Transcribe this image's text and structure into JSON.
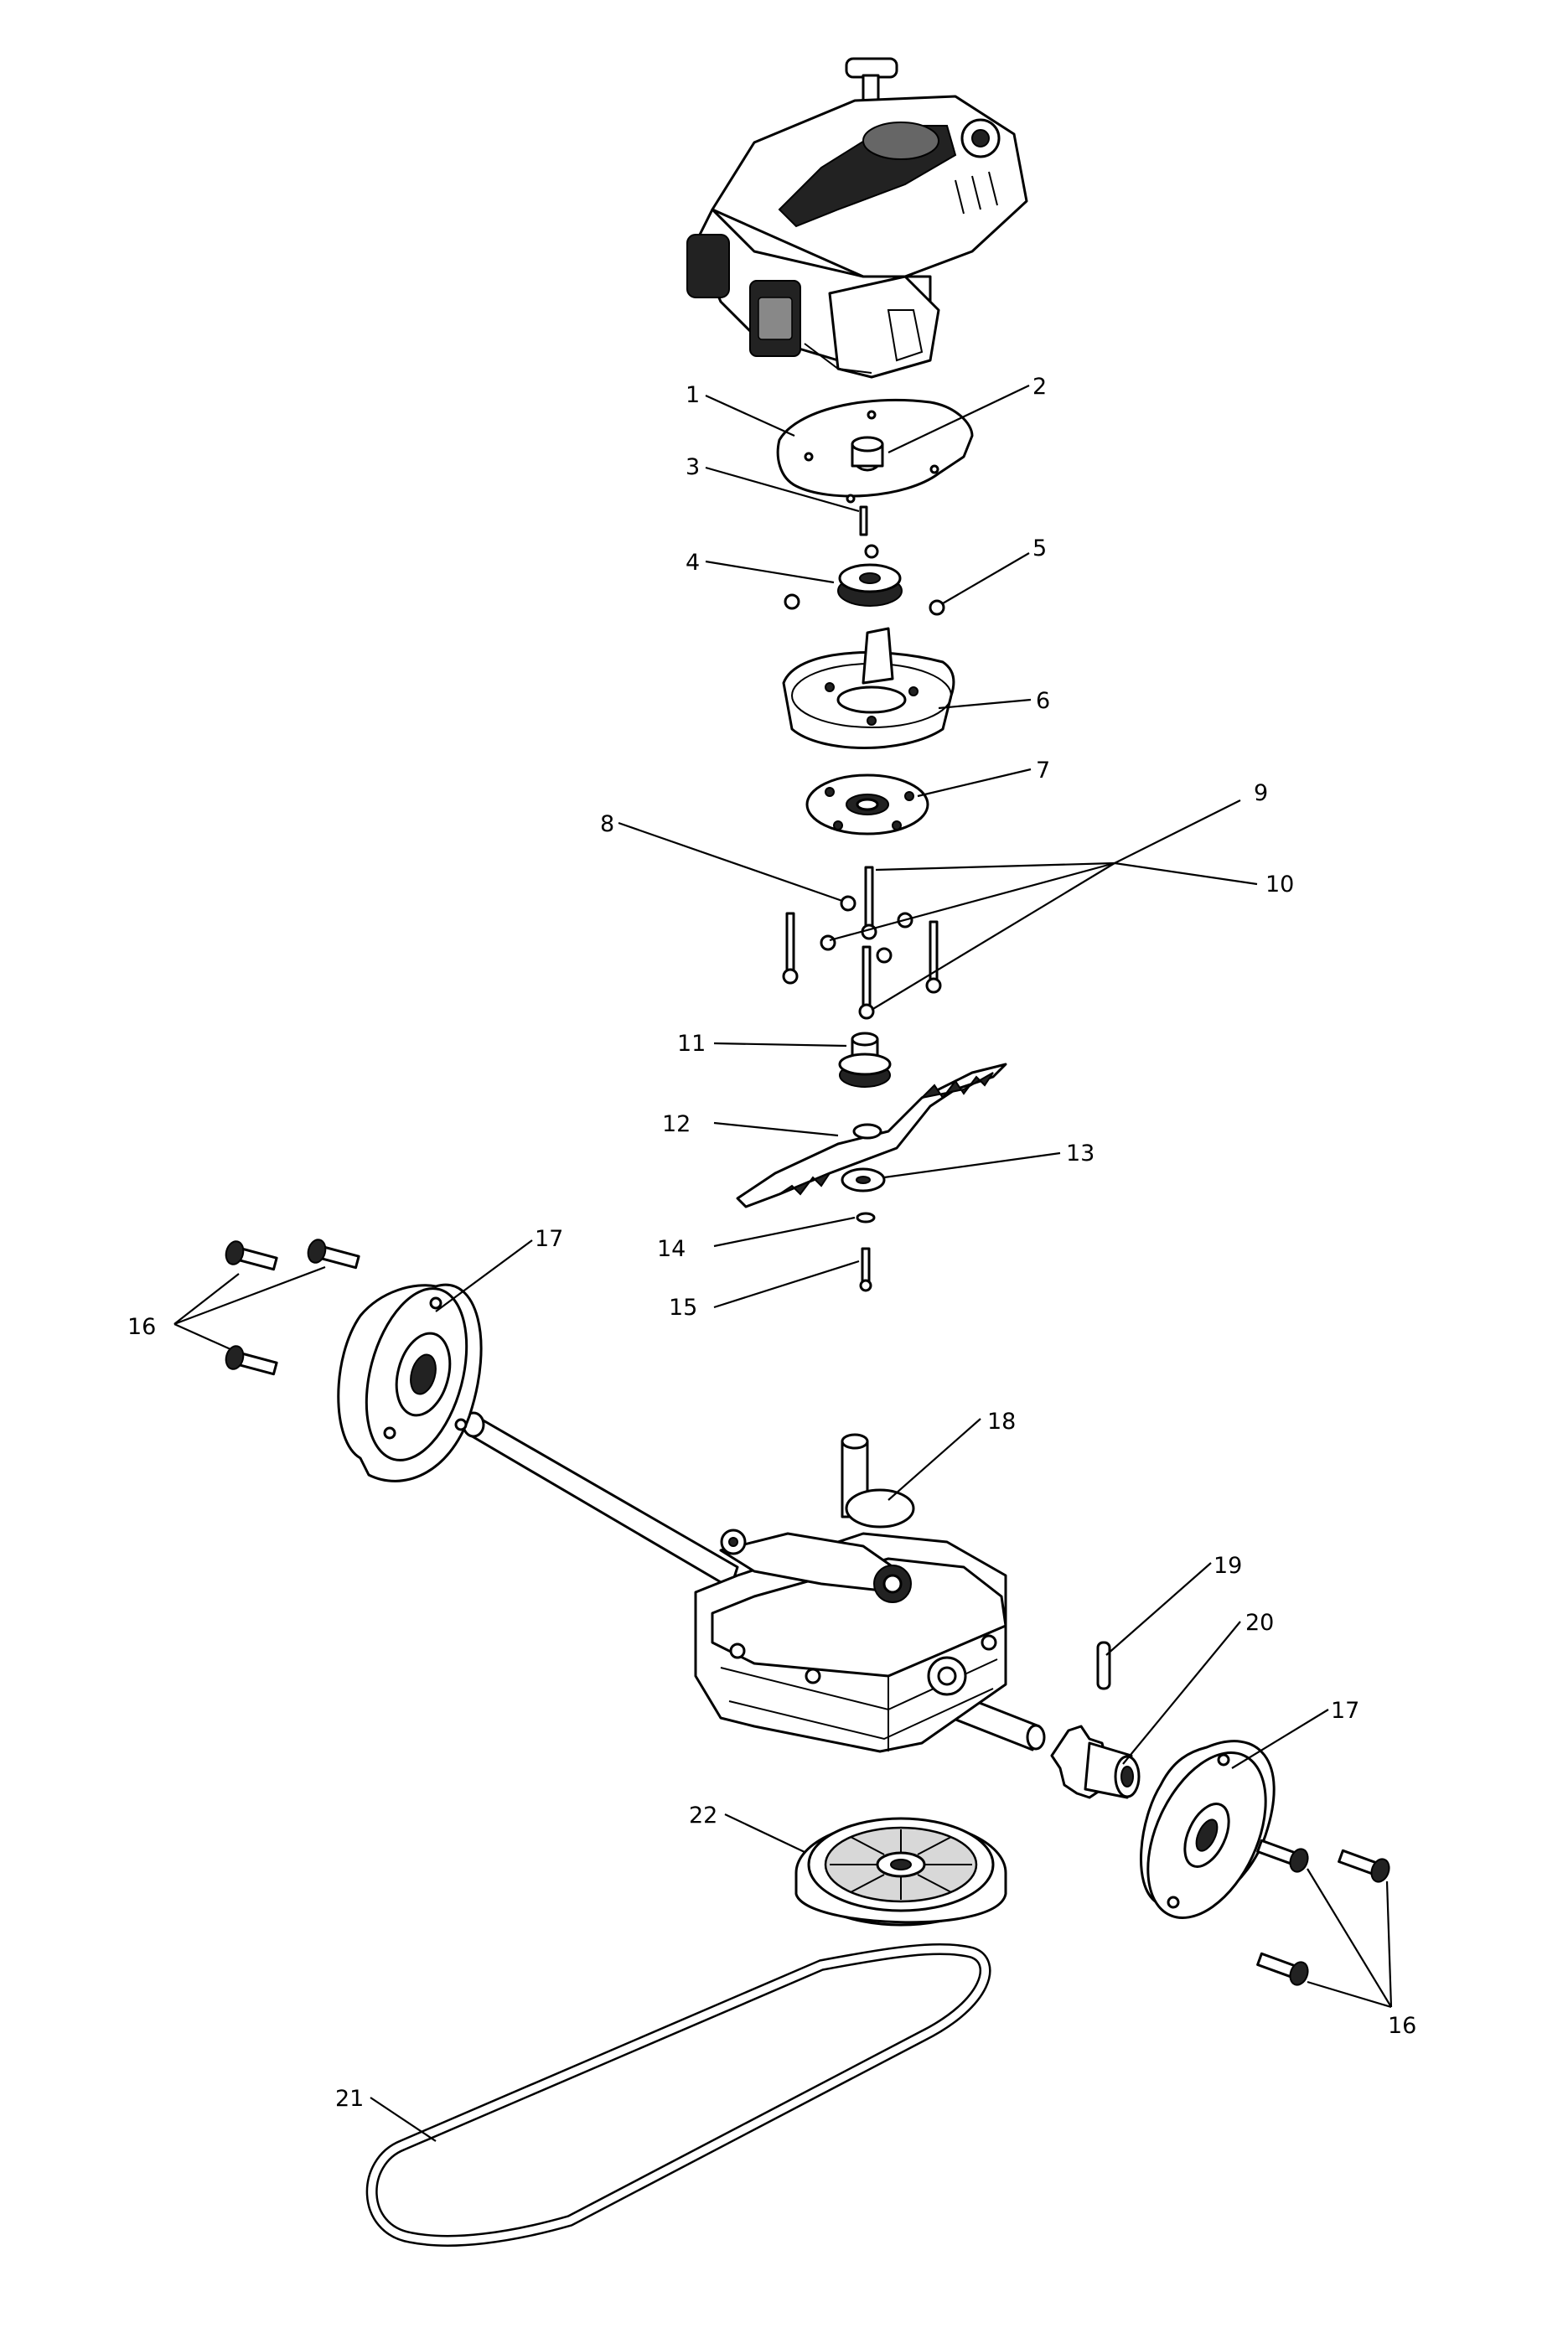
{
  "callouts": [
    "1",
    "2",
    "3",
    "4",
    "5",
    "6",
    "7",
    "8",
    "9",
    "10",
    "11",
    "12",
    "13",
    "14",
    "15",
    "16",
    "16",
    "17",
    "17",
    "18",
    "19",
    "20",
    "21",
    "22"
  ],
  "colors": {
    "ink": "#000000",
    "background": "#ffffff",
    "engine_dark": "#222222"
  }
}
